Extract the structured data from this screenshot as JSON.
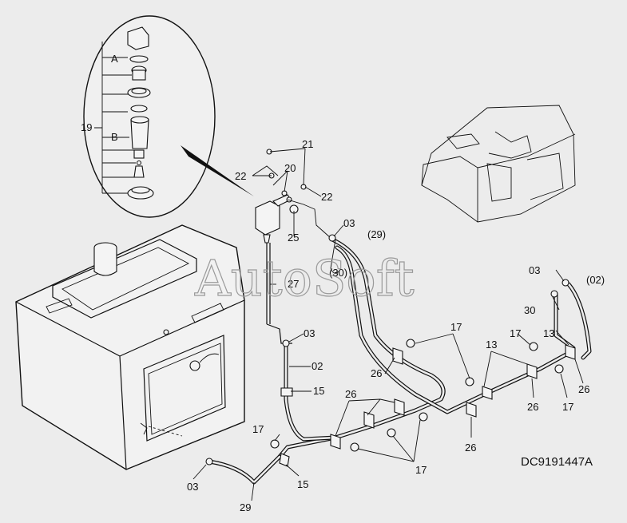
{
  "drawing_code": "DC9191447A",
  "watermark": "AutoSoft",
  "callouts": {
    "filter_cap": "A",
    "filter_bowl": "B",
    "filter_assembly": "19",
    "bolt_top": "21",
    "washer_left": "22",
    "washer_right": "22",
    "washer_mid": "20",
    "plug": "25",
    "clamp_top": "03",
    "hose_top": "(29)",
    "hose_mid": "(30)",
    "pipe": "27",
    "clamp_tank": "03",
    "hose_tank": "02",
    "band_upper": "15",
    "band_lower": "15",
    "clamp_bottom": "03",
    "hose_bottom": "29",
    "bracket_group": "26",
    "bracket_center": "26",
    "bracket_mid": "26",
    "bracket_right_lower": "26",
    "bracket_right": "26",
    "bolt_upper_mid": "17",
    "bolt_lower_group": "17",
    "bolt_left": "17",
    "bolt_right": "17",
    "bolt_far_right": "17",
    "bracket_ref_left": "13",
    "bracket_ref_right": "13",
    "clamp_right": "03",
    "hose_right_ref": "(02)",
    "hose_right": "30"
  }
}
